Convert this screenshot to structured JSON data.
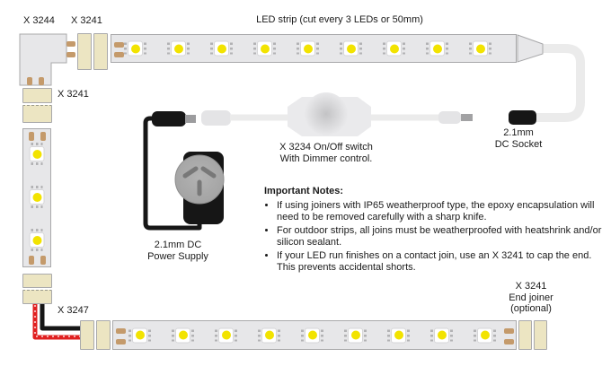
{
  "labels": {
    "x3244": "X 3244",
    "x3241_top": "X 3241",
    "x3241_side": "X 3241",
    "strip_title": "LED strip (cut every 3 LEDs or 50mm)",
    "dimmer_line1": "X 3234 On/Off switch",
    "dimmer_line2": "With Dimmer control.",
    "socket_line1": "2.1mm",
    "socket_line2": "DC Socket",
    "psu_line1": "2.1mm DC",
    "psu_line2": "Power Supply",
    "x3247": "X 3247",
    "end_joiner_line1": "X 3241",
    "end_joiner_line2": "End joiner",
    "end_joiner_line3": "(optional)"
  },
  "notes": {
    "title": "Important Notes:",
    "items": [
      "If using joiners with IP65 weatherproof type, the epoxy encapsulation will need to be removed carefully with a sharp knife.",
      "For outdoor strips, all joins must be weatherproofed with heatshrink and/or silicon sealant.",
      "If your LED run finishes on a contact join, use an X 3241 to cap the end. This prevents accidental shorts."
    ]
  },
  "strips": {
    "top": {
      "count": 9
    },
    "bottom": {
      "count": 9
    },
    "left": {
      "count": 3
    }
  },
  "colors": {
    "strip_body": "#e7e7e9",
    "strip_border": "#a8a8aa",
    "connector_tan": "#ece5c2",
    "copper_pad": "#c49a6b",
    "led_yellow": "#f2e300",
    "wire_black": "#161616",
    "wire_red": "#e02020",
    "wire_light": "#ebebeb"
  }
}
